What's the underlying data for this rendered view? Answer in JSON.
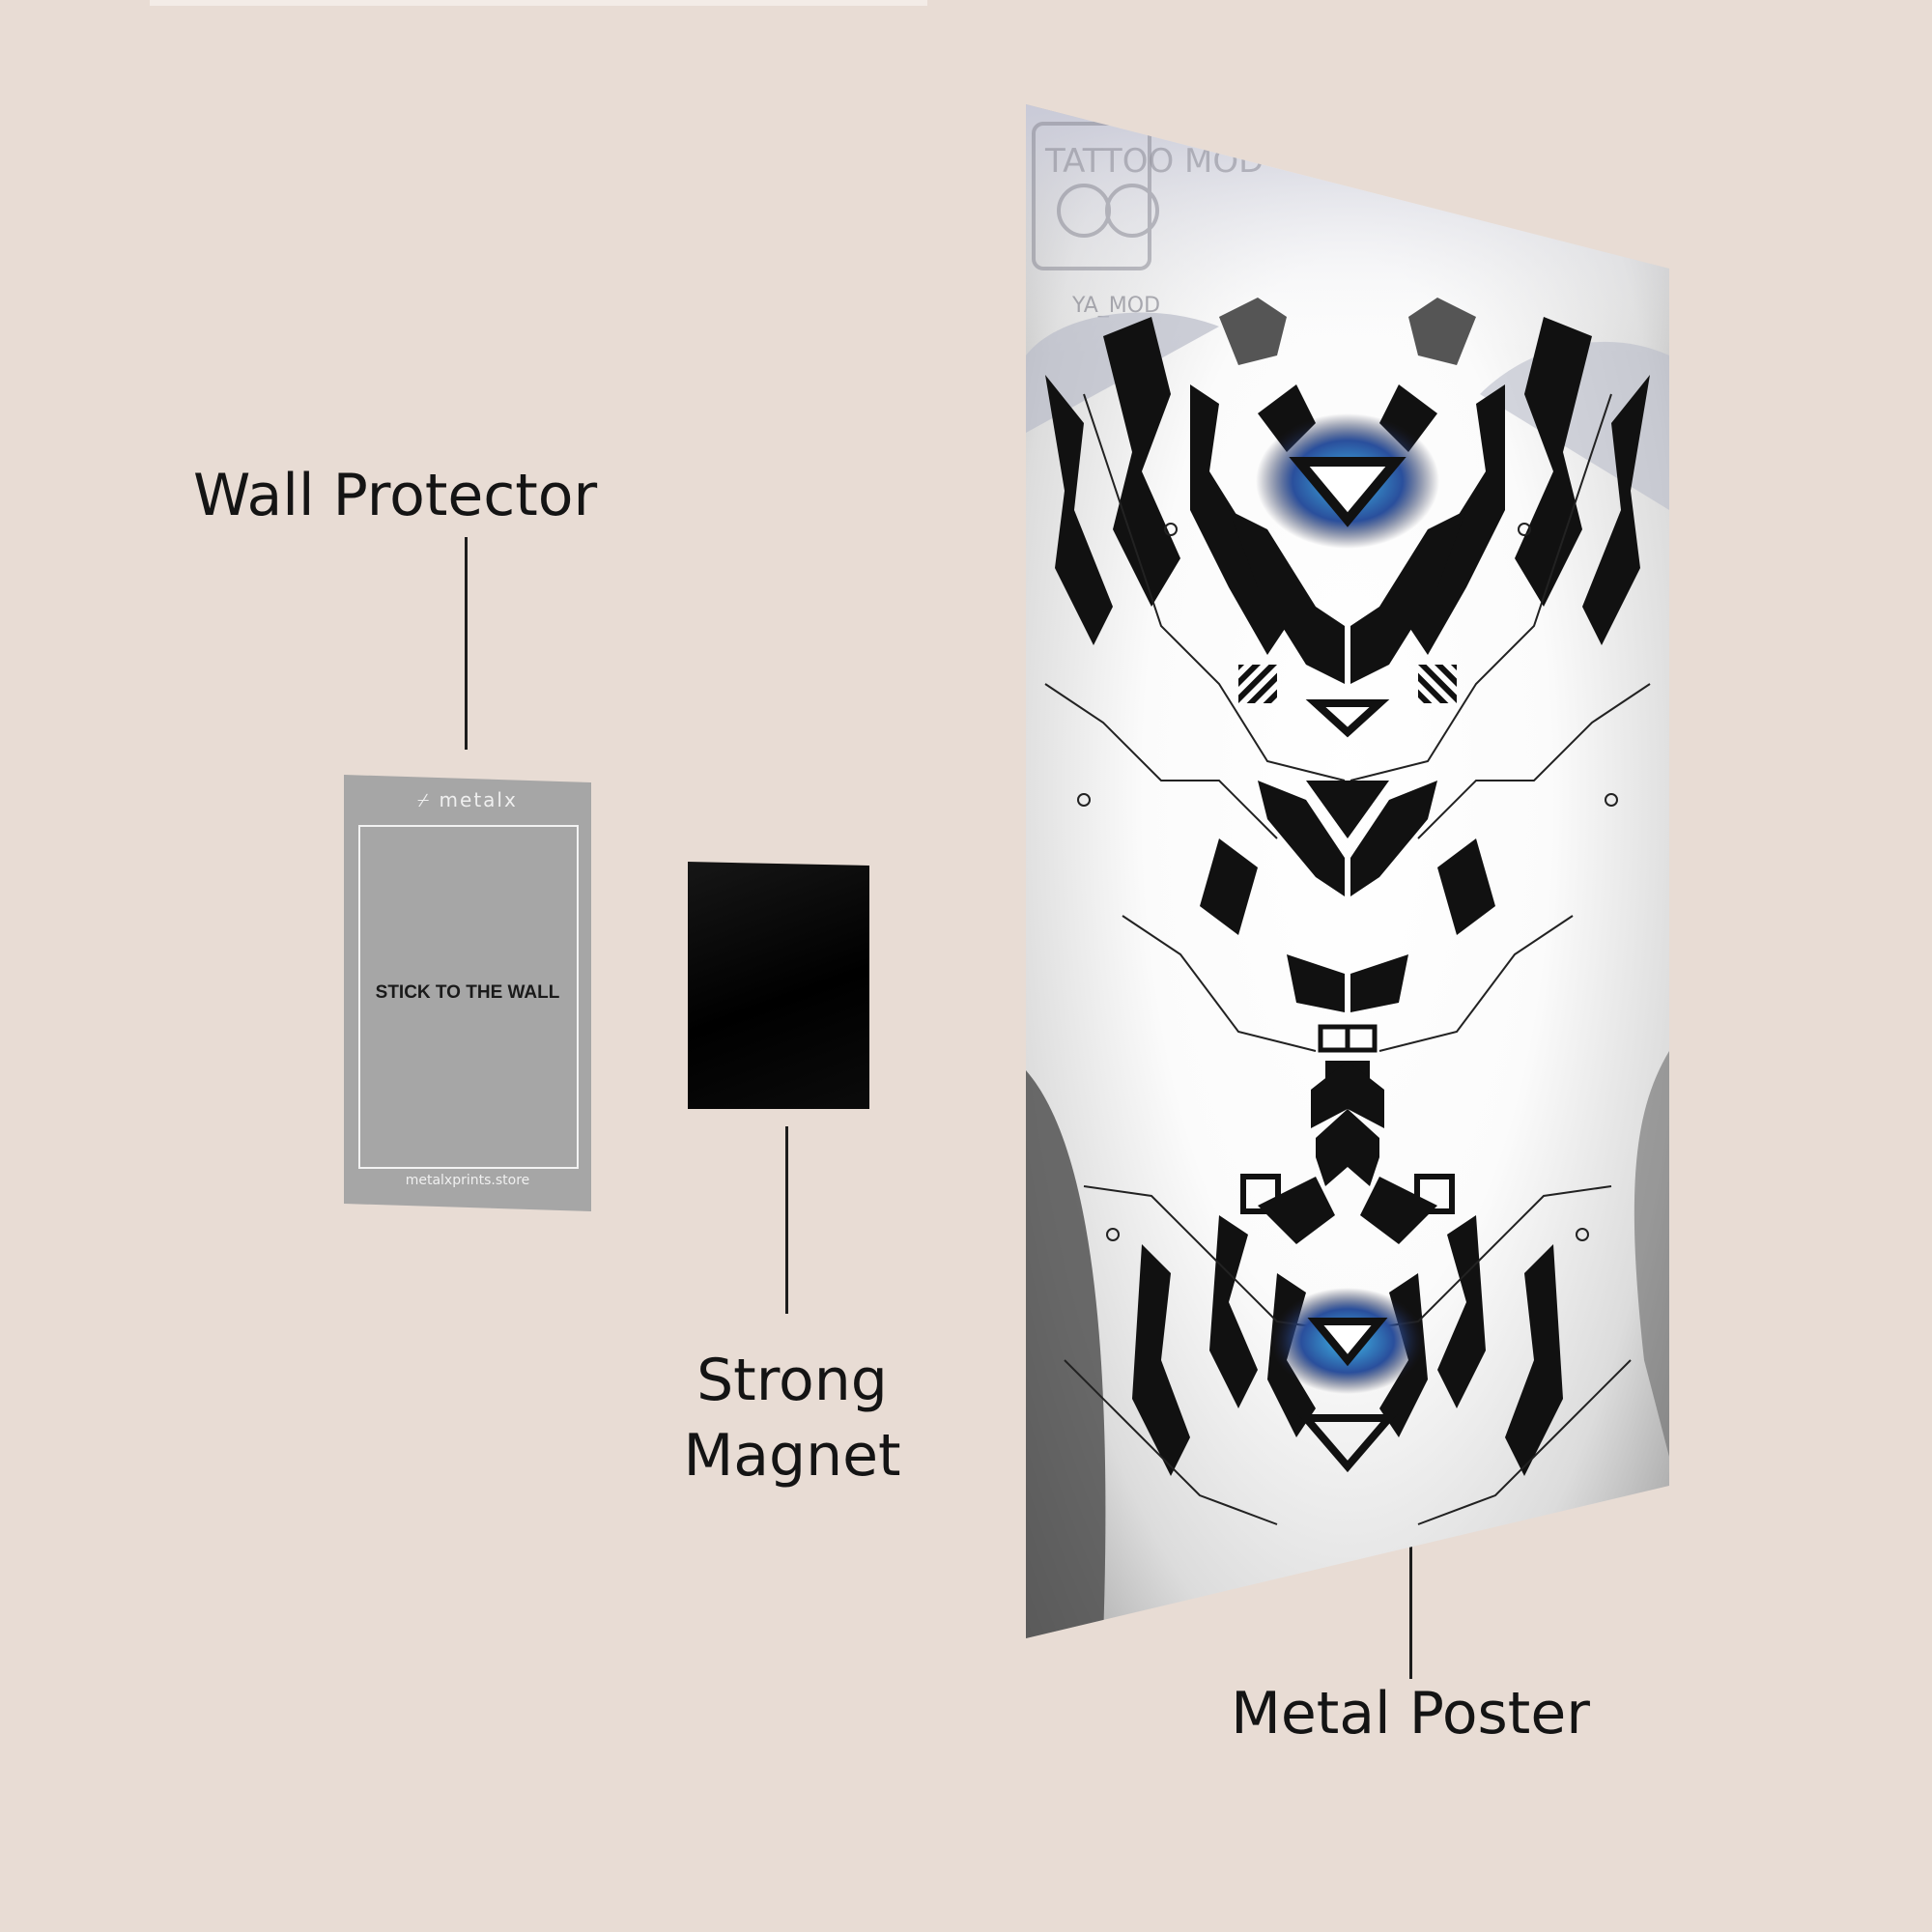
{
  "labels": {
    "wall_protector": "Wall Protector",
    "strong_magnet_line1": "Strong",
    "strong_magnet_line2": "Magnet",
    "metal_poster": "Metal Poster"
  },
  "protector": {
    "brand": "metalx",
    "instruction": "STICK TO THE WALL",
    "url": "metalxprints.store"
  },
  "poster": {
    "watermark_text": "TATTOO MOD",
    "watermark_sub": "YA_MOD"
  },
  "colors": {
    "background": "#e8dcd4",
    "protector": "#a6a6a6",
    "magnet": "#000000",
    "poster_accent": "#2b8fc7"
  }
}
